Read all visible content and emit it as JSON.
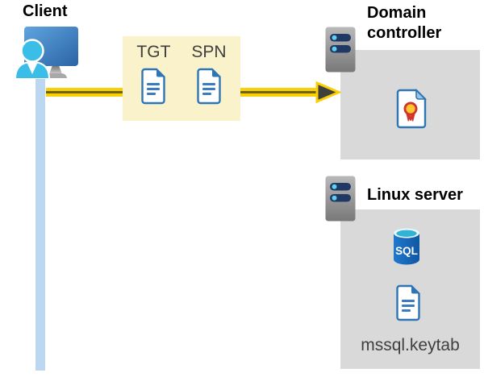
{
  "client": {
    "label": "Client"
  },
  "tokens": {
    "tgt": "TGT",
    "spn": "SPN"
  },
  "domain_controller": {
    "label": "Domain controller"
  },
  "linux_server": {
    "label": "Linux server",
    "sql_badge": "SQL",
    "keytab": "mssql.keytab"
  },
  "colors": {
    "token_box_bg": "#faf2cb",
    "panel_bg": "#d9d9d9",
    "arrow_gold": "#f9cf05",
    "arrow_core": "#6e6410",
    "arrow_head_fill": "#3f3f3f",
    "lifeline_blue": "#bdd7f0",
    "document_blue": "#2e75b6",
    "document_line_blue": "#3a7cc4",
    "monitor_blue_light": "#5fa5de",
    "monitor_blue_dark": "#2b63a6",
    "person_cyan": "#3abee8",
    "server_gray_light": "#b9b9b9",
    "server_gray_dark": "#787878",
    "server_bar_navy": "#1f3864",
    "server_led_cyan": "#5fd0f2",
    "sql_body_blue": "#1668c1",
    "sql_top_cyan": "#30b3d4",
    "seal_red": "#d0342c",
    "seal_yellow": "#ffc72c",
    "heading_text": "#000000",
    "label_text": "#3f3f3f"
  }
}
